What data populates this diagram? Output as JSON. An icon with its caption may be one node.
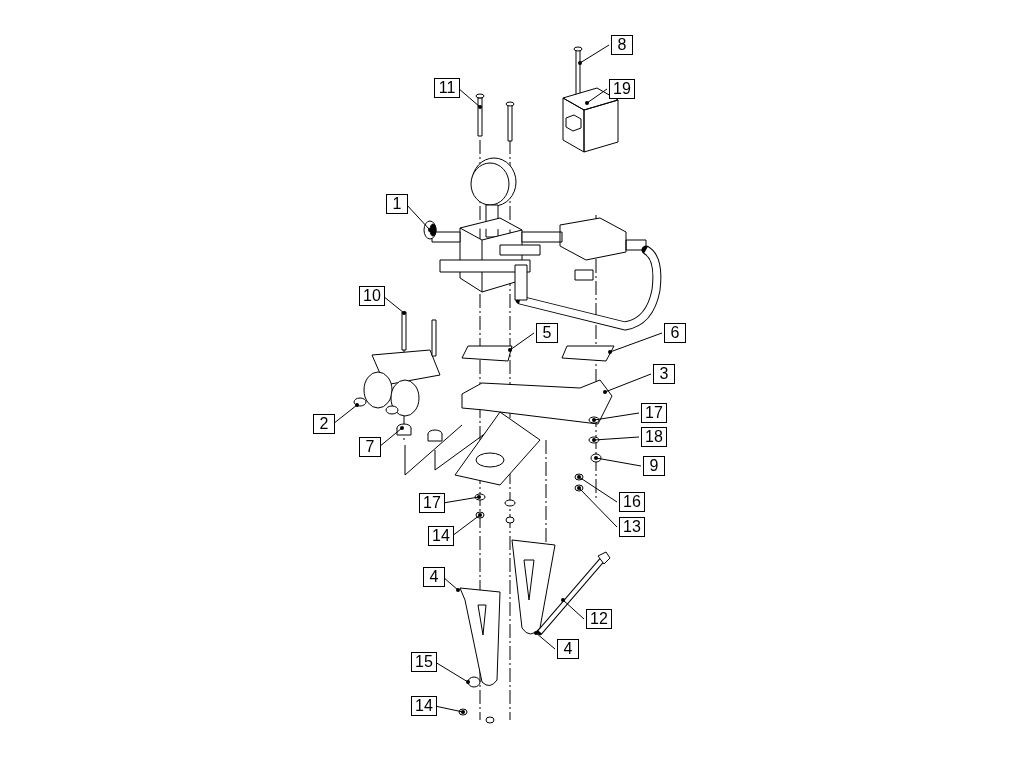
{
  "diagram": {
    "nodes": [
      {
        "text": [
          "8"
        ]
      },
      {
        "text": [
          "11"
        ]
      },
      {
        "text": [
          "19"
        ]
      },
      {
        "text": [
          "1"
        ]
      },
      {
        "text": [
          "10"
        ]
      },
      {
        "text": [
          "5"
        ]
      },
      {
        "text": [
          "6"
        ]
      },
      {
        "text": [
          "3"
        ]
      },
      {
        "text": [
          "17"
        ]
      },
      {
        "text": [
          "2"
        ]
      },
      {
        "text": [
          "18"
        ]
      },
      {
        "text": [
          "7"
        ]
      },
      {
        "text": [
          "9"
        ]
      },
      {
        "text": [
          "16"
        ]
      },
      {
        "text": [
          "17"
        ]
      },
      {
        "text": [
          "13"
        ]
      },
      {
        "text": [
          "14"
        ]
      },
      {
        "text": [
          "4"
        ]
      },
      {
        "text": [
          "12"
        ]
      },
      {
        "text": [
          "4"
        ]
      },
      {
        "text": [
          "15"
        ]
      },
      {
        "text": [
          "14"
        ]
      }
    ],
    "edges": [
      {
        "from": 0,
        "to": null,
        "arrow": "other"
      },
      {
        "from": 1,
        "to": null,
        "arrow": "other"
      },
      {
        "from": 2,
        "to": null,
        "arrow": "other"
      },
      {
        "from": 3,
        "to": null,
        "arrow": "other"
      },
      {
        "from": 4,
        "to": null,
        "arrow": "other"
      },
      {
        "from": 5,
        "to": null,
        "arrow": "other"
      },
      {
        "from": 6,
        "to": null,
        "arrow": "other"
      },
      {
        "from": 7,
        "to": null,
        "arrow": "other"
      },
      {
        "from": 8,
        "to": null,
        "arrow": "other"
      },
      {
        "from": 9,
        "to": null,
        "arrow": "other"
      },
      {
        "from": 10,
        "to": null,
        "arrow": "other"
      },
      {
        "from": 11,
        "to": null,
        "arrow": "other"
      },
      {
        "from": 12,
        "to": null,
        "arrow": "other"
      },
      {
        "from": 13,
        "to": null,
        "arrow": "other"
      },
      {
        "from": 14,
        "to": null,
        "arrow": "other"
      },
      {
        "from": 15,
        "to": null,
        "arrow": "other"
      },
      {
        "from": 16,
        "to": null,
        "arrow": "other"
      },
      {
        "from": 17,
        "to": null,
        "arrow": "other"
      },
      {
        "from": 18,
        "to": null,
        "arrow": "other"
      },
      {
        "from": 19,
        "to": null,
        "arrow": "other"
      },
      {
        "from": 20,
        "to": null,
        "arrow": "other"
      },
      {
        "from": 21,
        "to": null,
        "arrow": "other"
      }
    ]
  }
}
